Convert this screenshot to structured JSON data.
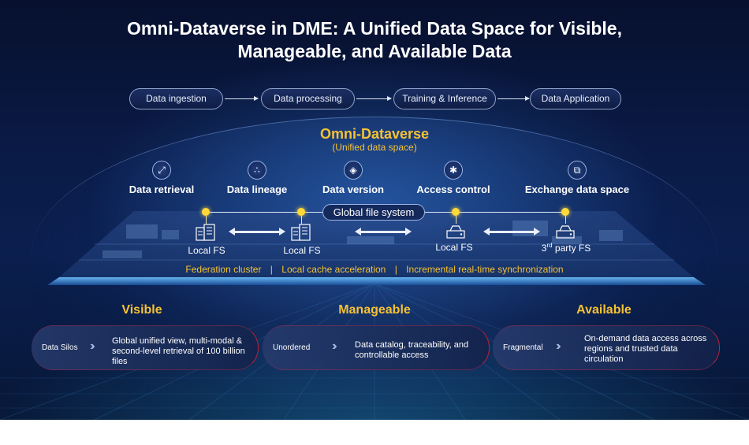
{
  "title": {
    "line1": "Omni-Dataverse in DME: A Unified Data Space for Visible,",
    "line2": "Manageable, and Available Data"
  },
  "pipeline": {
    "steps": [
      "Data ingestion",
      "Data processing",
      "Training & Inference",
      "Data Application"
    ]
  },
  "dataverse": {
    "title": "Omni-Dataverse",
    "subtitle": "(Unified data space)",
    "features": [
      {
        "label": "Data retrieval",
        "icon": "retrieval-icon"
      },
      {
        "label": "Data lineage",
        "icon": "lineage-icon"
      },
      {
        "label": "Data version",
        "icon": "layers-icon"
      },
      {
        "label": "Access control",
        "icon": "access-control-icon"
      },
      {
        "label": "Exchange data space",
        "icon": "exchange-icon"
      }
    ],
    "global_fs": "Global file system",
    "file_systems": {
      "fs1": "Local FS",
      "fs2": "Local FS",
      "fs3": "Local FS",
      "fs4_sup": "rd",
      "fs4_pre": "3",
      "fs4_post": " party FS"
    },
    "capabilities": [
      "Federation cluster",
      "Local cache acceleration",
      "Incremental real-time synchronization"
    ],
    "separator": "|"
  },
  "pillars": [
    {
      "heading": "Visible",
      "from": "Data Silos",
      "to": "Global unified view, multi-modal & second-level retrieval of 100 billion files"
    },
    {
      "heading": "Manageable",
      "from": "Unordered",
      "to": "Data catalog, traceability, and controllable access"
    },
    {
      "heading": "Available",
      "from": "Fragmental",
      "to": "On-demand data access across regions and trusted data circulation"
    }
  ],
  "colors": {
    "accent": "#f6c233",
    "background": "#0a1a45",
    "card_border": "#c0203a"
  }
}
